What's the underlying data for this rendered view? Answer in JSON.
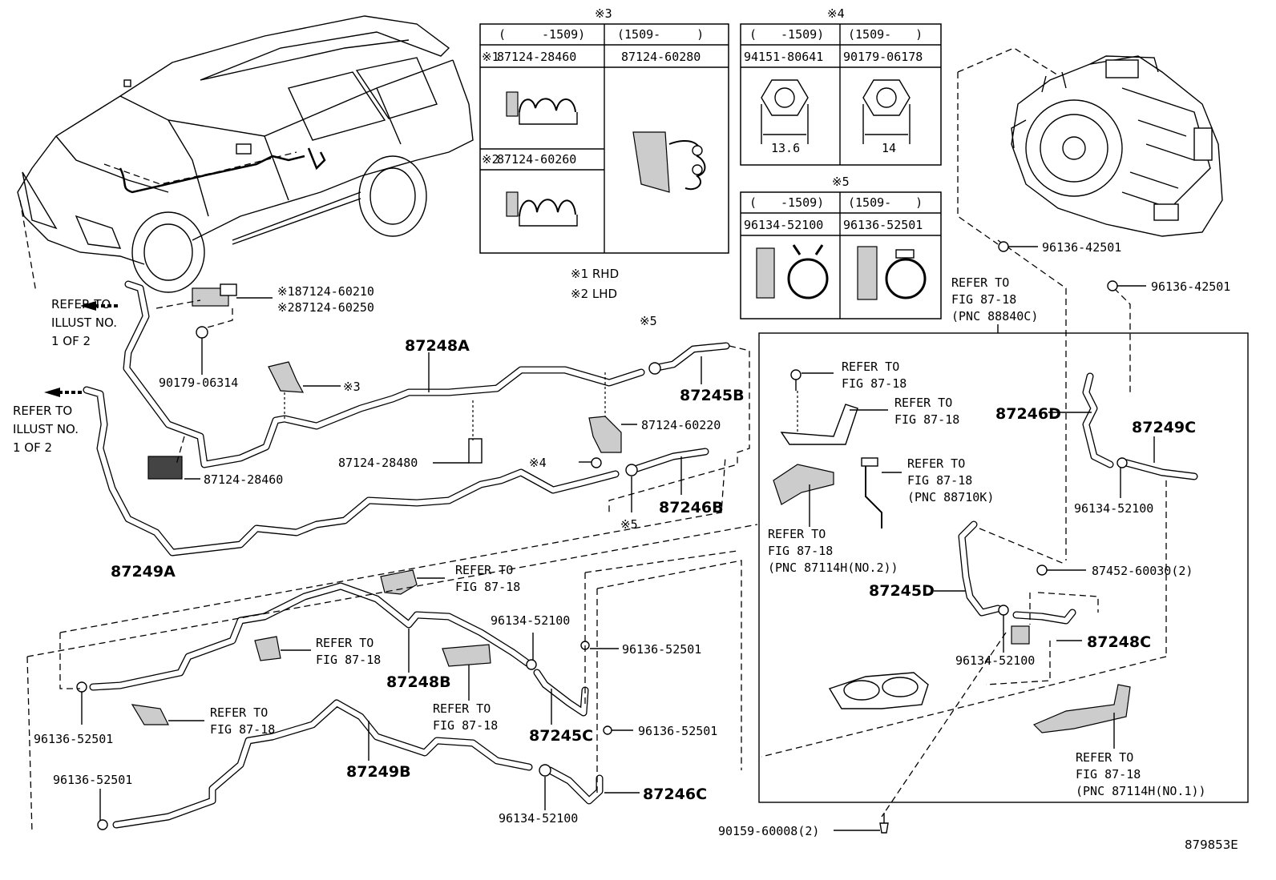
{
  "figure_code": "879853E",
  "refer_fig": "REFER TO",
  "refer_fig_line": "FIG 87-18",
  "refer_illust": [
    "REFER TO",
    "ILLUST NO.",
    "1 OF 2"
  ],
  "table3": {
    "mark": "※3",
    "col1_head": "(　　　-1509)",
    "col2_head": "(1509-　　　)",
    "row1_mark": "※1",
    "row1_part": "87124-28460",
    "col2_part": "87124-60280",
    "row2_mark": "※2",
    "row2_part": "87124-60260",
    "notes": [
      "※1 RHD",
      "※2 LHD"
    ]
  },
  "table4": {
    "mark": "※4",
    "col1_head": "(　　-1509)",
    "col2_head": "(1509-　　)",
    "col1_part": "94151-80641",
    "col2_part": "90179-06178",
    "col1_dim": "13.6",
    "col2_dim": "14"
  },
  "table5": {
    "mark": "※5",
    "col1_head": "(　　-1509)",
    "col2_head": "(1509-　　)",
    "col1_part": "96134-52100",
    "col2_part": "96136-52501"
  },
  "labels": {
    "p87124_60210": "※187124-60210",
    "p87124_60250": "※287124-60250",
    "p90179_06314": "90179-06314",
    "mark3": "※3",
    "p87248A": "87248A",
    "mark5a": "※5",
    "p87245B": "87245B",
    "p87124_60220": "87124-60220",
    "p87124_28480": "87124-28480",
    "mark4": "※4",
    "p87246B": "87246B",
    "mark5b": "※5",
    "p87124_28460": "87124-28460",
    "p87249A": "87249A",
    "p96136_52501_a": "96136-52501",
    "p87248B": "87248B",
    "p96134_52100_a": "96134-52100",
    "p96136_52501_b": "96136-52501",
    "p87245C": "87245C",
    "p96136_52501_c": "96136-52501",
    "p87249B": "87249B",
    "p96136_52501_d": "96136-52501",
    "p96134_52100_b": "96134-52100",
    "p87246C": "87246C",
    "p90159_60008": "90159-60008(2)",
    "p96136_42501_a": "96136-42501",
    "p96136_42501_b": "96136-42501",
    "pnc88840C": "(PNC 88840C)",
    "p87246D": "87246D",
    "p87249C": "87249C",
    "p96134_52100_c": "96134-52100",
    "pnc88710K": "(PNC 88710K)",
    "pnc87114H2": "(PNC 87114H(NO.2))",
    "p87452_60030": "87452-60030(2)",
    "p87245D": "87245D",
    "p87248C": "87248C",
    "p96134_52100_d": "96134-52100",
    "pnc87114H1": "(PNC 87114H(NO.1))"
  }
}
